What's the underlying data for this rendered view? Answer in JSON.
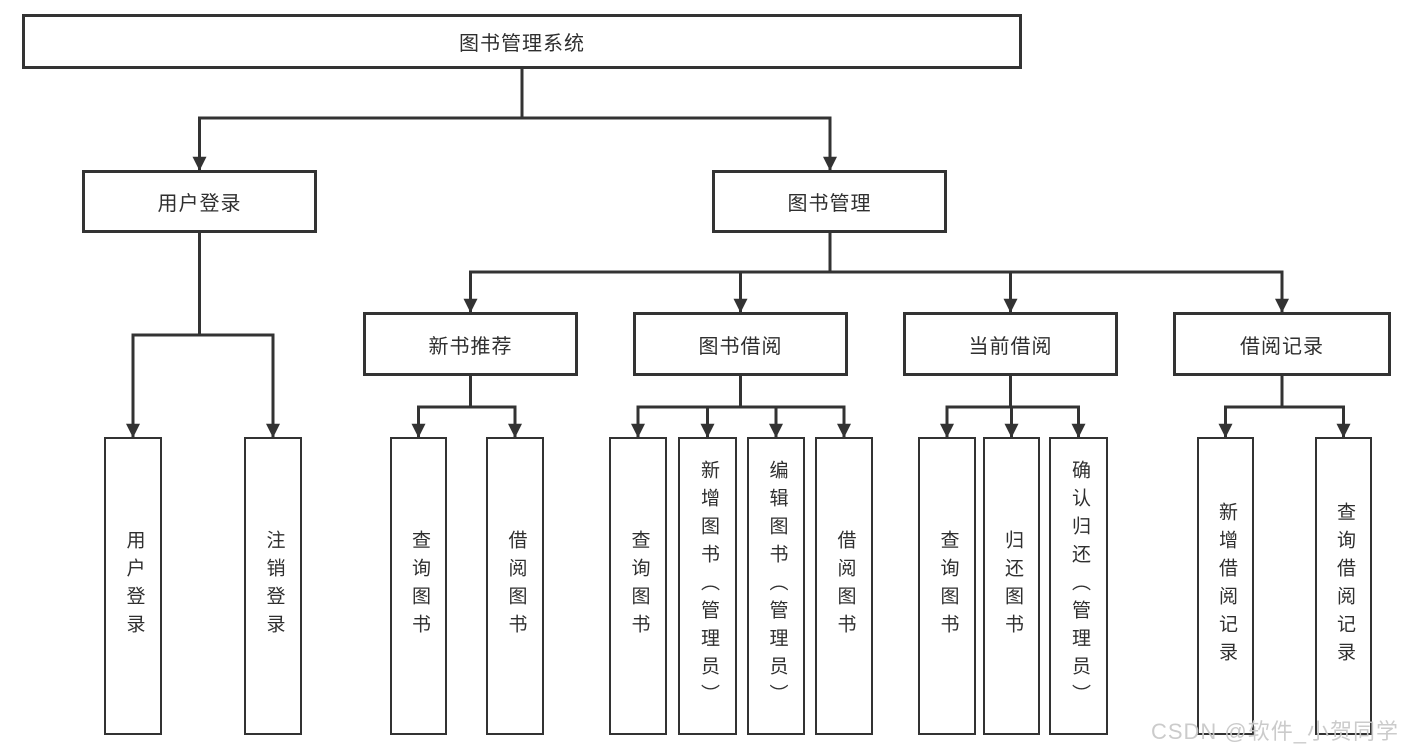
{
  "diagram_type": "tree",
  "boxes": {
    "root": {
      "label": "图书管理系统"
    },
    "level2": {
      "user_login": {
        "label": "用户登录"
      },
      "book_management": {
        "label": "图书管理"
      }
    },
    "level3": {
      "new_book_recommend": {
        "label": "新书推荐"
      },
      "book_borrow": {
        "label": "图书借阅"
      },
      "current_borrow": {
        "label": "当前借阅"
      },
      "borrow_record": {
        "label": "借阅记录"
      }
    },
    "leaves": {
      "user_login": [
        {
          "label": "用户登录"
        },
        {
          "label": "注销登录"
        }
      ],
      "new_book_recommend": [
        {
          "label": "查询图书"
        },
        {
          "label": "借阅图书"
        }
      ],
      "book_borrow": [
        {
          "label": "查询图书"
        },
        {
          "label": "新增图书（管理员）"
        },
        {
          "label": "编辑图书（管理员）"
        },
        {
          "label": "借阅图书"
        }
      ],
      "current_borrow": [
        {
          "label": "查询图书"
        },
        {
          "label": "归还图书"
        },
        {
          "label": "确认归还（管理员）"
        }
      ],
      "borrow_record": [
        {
          "label": "新增借阅记录"
        },
        {
          "label": "查询借阅记录"
        }
      ]
    }
  },
  "watermark": {
    "text": "CSDN @软件_小贺同学"
  },
  "colors": {
    "line": "#333333",
    "text": "#2f2f2f",
    "watermark": "#c9c9c9",
    "background": "#ffffff"
  }
}
